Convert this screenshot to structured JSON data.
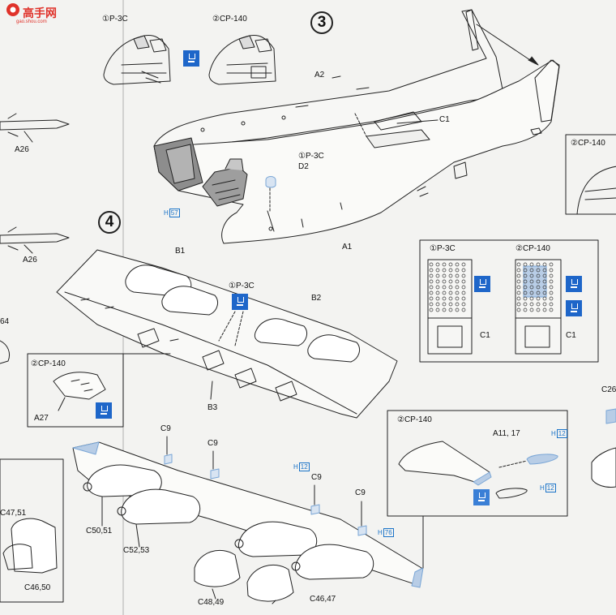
{
  "logo": {
    "text": "高手网",
    "sub": "gao.shou.com"
  },
  "steps": {
    "s3": "3",
    "s4": "4"
  },
  "variants": {
    "p3c": "①P-3C",
    "cp140": "②CP-140"
  },
  "parts": {
    "A1": "A1",
    "A2": "A2",
    "A26a": "A26",
    "A26b": "A26",
    "A27": "A27",
    "B1": "B1",
    "B2": "B2",
    "B3": "B3",
    "C1a": "C1",
    "C1b": "C1",
    "C1c": "C1",
    "C9a": "C9",
    "C9b": "C9",
    "C9c": "C9",
    "C9d": "C9",
    "D2": "D2",
    "A11_17": "A11, 17",
    "C46_47": "C46,47",
    "C46_50": "C46,50",
    "C47_51": "C47,51",
    "C48_49": "C48,49",
    "C50_51": "C50,51",
    "C52_53": "C52,53",
    "C26": "C26",
    "cut64": "64"
  },
  "refs": {
    "h57": "57",
    "h12a": "12",
    "h12b": "12",
    "h12c": "12",
    "h76": "76",
    "h": "H"
  },
  "icons": {
    "glue": "cement-tube-icon",
    "paint": "paint-blue-icon"
  },
  "colors": {
    "accent": "#1e66c9",
    "ink": "#222222",
    "paper": "#f3f3f1",
    "fill": "#9a9a9a"
  }
}
